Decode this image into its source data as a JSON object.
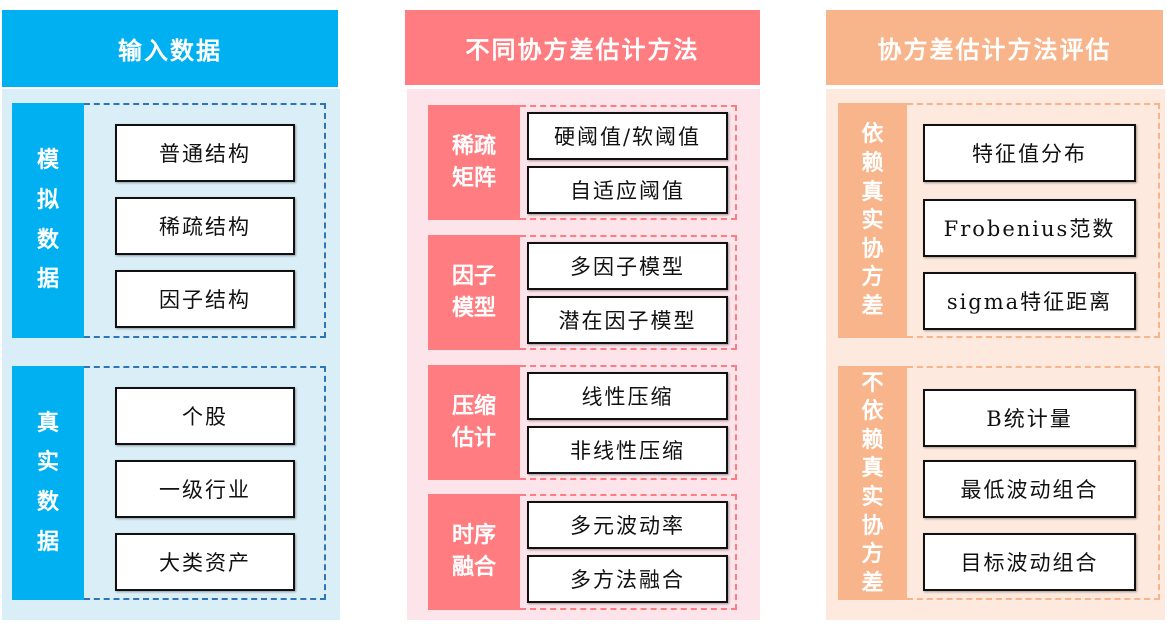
{
  "columns": [
    {
      "title": "输入数据",
      "colors": {
        "header": "#00B0F0",
        "panel": "#DAEEF8",
        "label": "#00B0F0",
        "dash": "#2E75B6"
      },
      "groups": [
        {
          "label": "模拟数据",
          "items": [
            "普通结构",
            "稀疏结构",
            "因子结构"
          ]
        },
        {
          "label": "真实数据",
          "items": [
            "个股",
            "一级行业",
            "大类资产"
          ]
        }
      ]
    },
    {
      "title": "不同协方差估计方法",
      "colors": {
        "header": "#FF7C80",
        "panel": "#FCE4EA",
        "label": "#FF7C80",
        "dash": "#FF7C80"
      },
      "groups": [
        {
          "label": "稀疏矩阵",
          "items": [
            "硬阈值/软阈值",
            "自适应阈值"
          ]
        },
        {
          "label": "因子模型",
          "items": [
            "多因子模型",
            "潜在因子模型"
          ]
        },
        {
          "label": "压缩估计",
          "items": [
            "线性压缩",
            "非线性压缩"
          ]
        },
        {
          "label": "时序融合",
          "items": [
            "多元波动率",
            "多方法融合"
          ]
        }
      ]
    },
    {
      "title": "协方差估计方法评估",
      "colors": {
        "header": "#F8B48A",
        "panel": "#FDE9DD",
        "label": "#F8B48A",
        "dash": "#F8B48A"
      },
      "groups": [
        {
          "label": "依赖真实协方差",
          "items": [
            "特征值分布",
            "Frobenius范数",
            "sigma特征距离"
          ]
        },
        {
          "label": "不依赖真实协方差",
          "items": [
            "B统计量",
            "最低波动组合",
            "目标波动组合"
          ]
        }
      ]
    }
  ]
}
